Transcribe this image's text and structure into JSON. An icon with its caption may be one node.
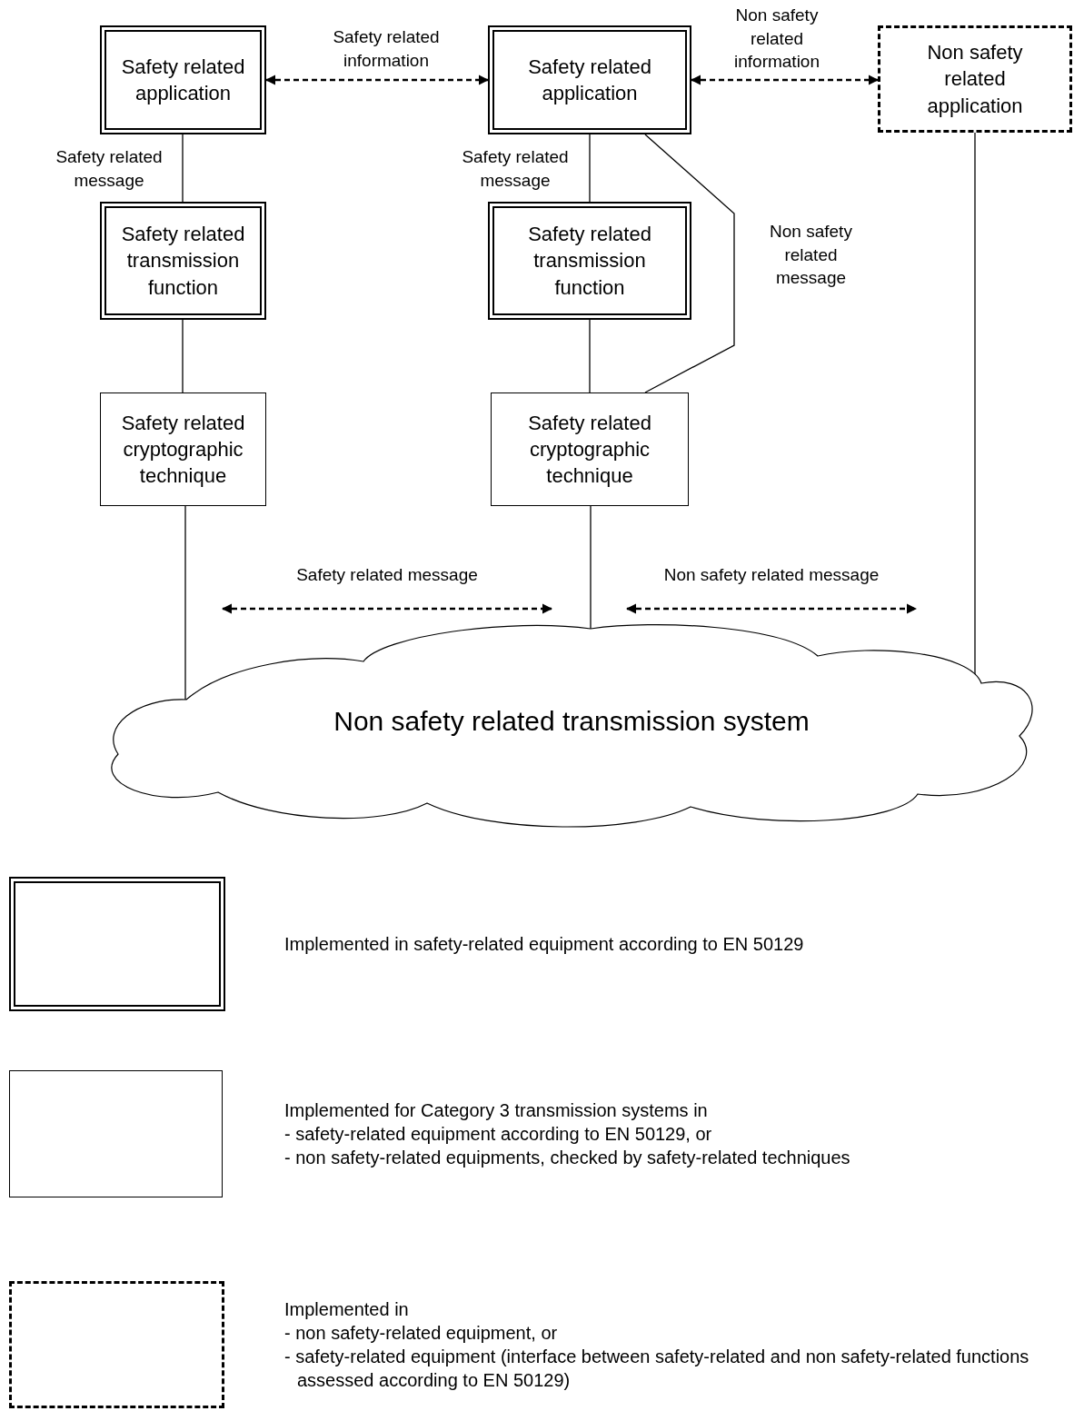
{
  "diagram": {
    "nodes": [
      {
        "text": [
          "Safety related application"
        ]
      },
      {
        "text": [
          "Safety related application"
        ]
      },
      {
        "text": [
          "Non safety related application"
        ]
      },
      {
        "text": [
          "Safety related transmission function"
        ]
      },
      {
        "text": [
          "Safety related transmission function"
        ]
      },
      {
        "text": [
          "Safety related cryptographic technique"
        ]
      },
      {
        "text": [
          "Safety related cryptographic technique"
        ]
      },
      {
        "text": [
          "Non safety related transmission system"
        ]
      },
      {
        "text": [],
        "shape": "box",
        "beside": [
          "Implemented in safety-related equipment according to EN 50129"
        ]
      },
      {
        "text": [],
        "shape": "box",
        "beside": [
          "Implemented for Category 3 transmission systems in",
          "- safety-related equipment according to EN 50129, or",
          "- non safety-related equipments, checked by safety-related techniques"
        ]
      },
      {
        "text": [],
        "shape": "box",
        "beside": [
          "Implemented in",
          "- non safety-related equipment, or",
          "- safety-related equipment (interface between safety-related and non safety-related functions assessed according to EN 50129)"
        ]
      }
    ],
    "edges": [
      {
        "from": 0,
        "to": 1,
        "arrow": "both",
        "style": "dashed",
        "label": "Safety related information"
      },
      {
        "from": 1,
        "to": 2,
        "arrow": "both",
        "style": "dashed",
        "label": "Non safety related information"
      },
      {
        "from": 0,
        "to": 3,
        "arrow": "none",
        "label": "Safety related message"
      },
      {
        "from": 1,
        "to": 4,
        "arrow": "none",
        "label": "Safety related message"
      },
      {
        "from": 3,
        "to": 5,
        "arrow": "none"
      },
      {
        "from": 4,
        "to": 6,
        "arrow": "none"
      },
      {
        "from": 1,
        "to": 6,
        "arrow": "none",
        "label": "Non safety related message"
      },
      {
        "from": 5,
        "to": 7,
        "arrow": "none"
      },
      {
        "from": 6,
        "to": 7,
        "arrow": "none"
      },
      {
        "from": 2,
        "to": 7,
        "arrow": "none"
      }
    ],
    "labels": [
      "Safety related message",
      "Non safety related message"
    ]
  }
}
